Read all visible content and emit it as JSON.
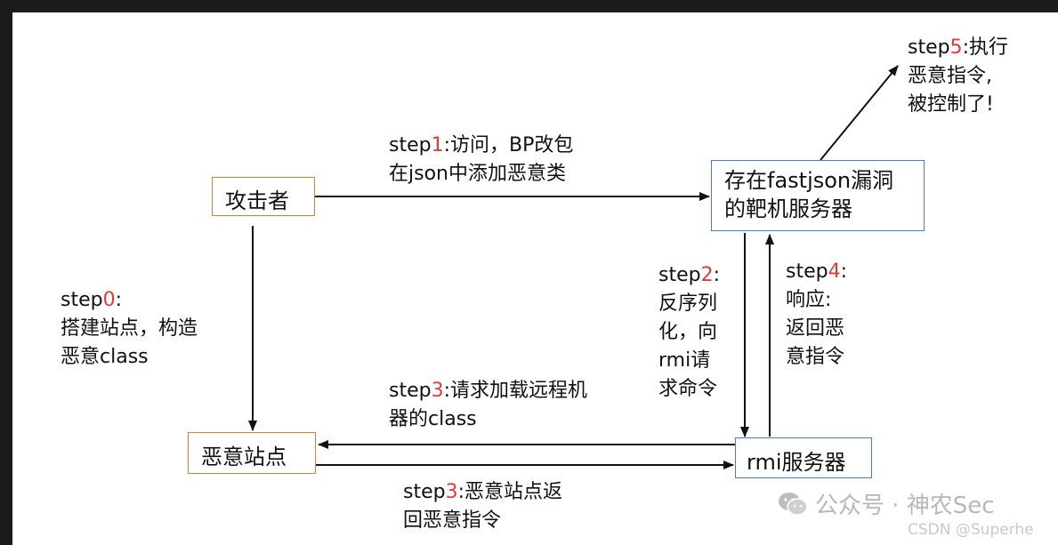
{
  "boxes": {
    "attacker": "攻击者",
    "target_line1": "存在fastjson漏洞",
    "target_line2": "的靶机服务器",
    "malicious_site": "恶意站点",
    "rmi_server": "rmi服务器"
  },
  "labels": {
    "step1": {
      "prefix": "step",
      "num": "1",
      "rest": ":访问，BP改包",
      "line2": "在json中添加恶意类"
    },
    "step0": {
      "prefix": "step",
      "num": "0",
      "rest": ":",
      "line2": "搭建站点，构造",
      "line3": "恶意class"
    },
    "step2": {
      "prefix": "step",
      "num": "2",
      "rest": ":",
      "line2": "反序列",
      "line3": "化，向",
      "line4": "rmi请",
      "line5": "求命令"
    },
    "step4": {
      "prefix": "step",
      "num": "4",
      "rest": ":",
      "line2": "响应:",
      "line3": "返回恶",
      "line4": "意指令"
    },
    "step5": {
      "prefix": "step",
      "num": "5",
      "rest": ":执行",
      "line2": "恶意指令,",
      "line3": "被控制了!"
    },
    "step3a": {
      "prefix": "step",
      "num": "3",
      "rest": ":请求加载远程机",
      "line2": "器的class"
    },
    "step3b": {
      "prefix": "step",
      "num": "3",
      "rest": ":恶意站点返",
      "line2": "回恶意指令"
    }
  },
  "watermark": {
    "wechat": "公众号 · 神农Sec",
    "csdn": "CSDN @Superhe"
  },
  "colors": {
    "step_number": "#e33b3b",
    "box_orange": "#e07b39",
    "box_blue": "#4a7cc7",
    "arrow": "#111111"
  }
}
